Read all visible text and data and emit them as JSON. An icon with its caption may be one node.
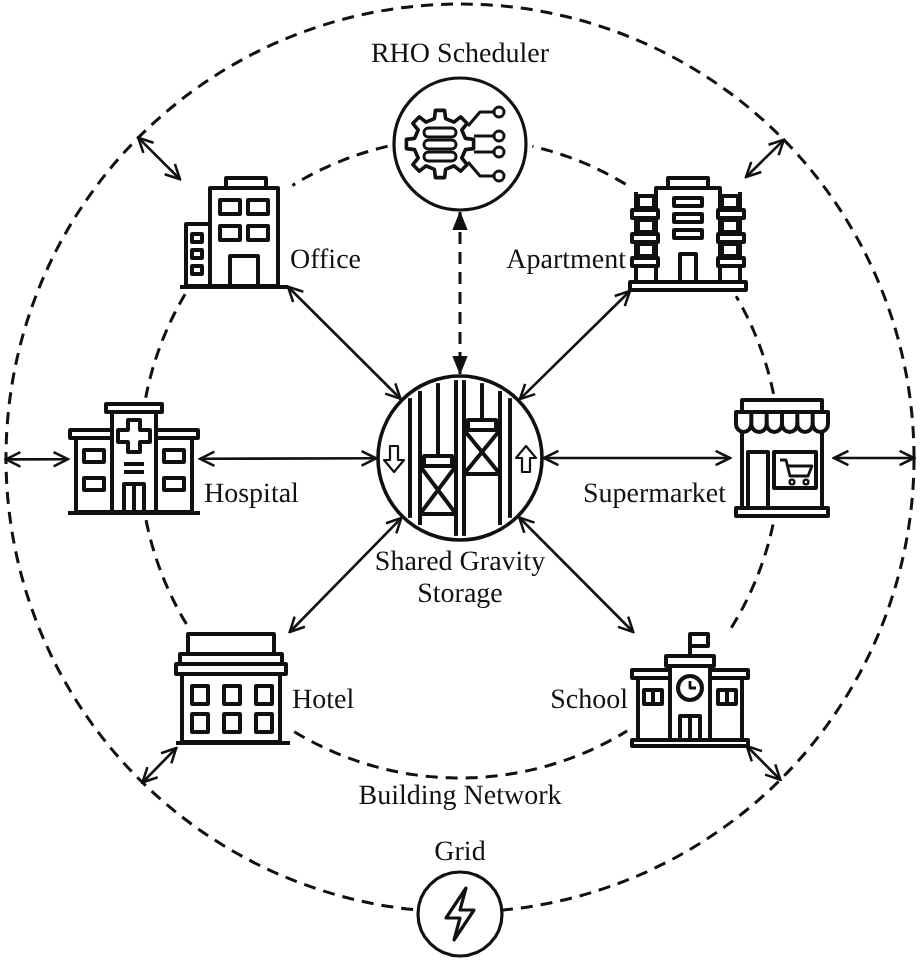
{
  "diagram": {
    "nodes": [
      {
        "text": [],
        "shape": "circle"
      },
      {
        "text": [
          "RHO Scheduler"
        ],
        "in": 0
      },
      {
        "text": [
          "Office"
        ],
        "in": 0
      },
      {
        "text": [
          "Apartment"
        ],
        "in": 0
      },
      {
        "text": [
          "Hospital"
        ],
        "in": 0
      },
      {
        "text": [
          "Shared Gravity Storage"
        ],
        "in": 0
      },
      {
        "text": [
          "Supermarket"
        ],
        "in": 0
      },
      {
        "text": [
          "Hotel"
        ],
        "in": 0
      },
      {
        "text": [
          "School"
        ],
        "in": 0
      },
      {
        "text": [
          "Grid"
        ]
      }
    ],
    "edges": [
      {
        "from": 1,
        "to": 5,
        "arrow": "both",
        "style": "dashed"
      },
      {
        "from": 2,
        "to": 5,
        "arrow": "both"
      },
      {
        "from": 3,
        "to": 5,
        "arrow": "both"
      },
      {
        "from": 4,
        "to": 5,
        "arrow": "both"
      },
      {
        "from": 6,
        "to": 5,
        "arrow": "both"
      },
      {
        "from": 7,
        "to": 5,
        "arrow": "both"
      },
      {
        "from": 8,
        "to": 5,
        "arrow": "both"
      },
      {
        "from": 0,
        "to": 2,
        "arrow": "both"
      },
      {
        "from": 0,
        "to": 3,
        "arrow": "both"
      },
      {
        "from": 0,
        "to": 4,
        "arrow": "both"
      },
      {
        "from": 0,
        "to": 6,
        "arrow": "both"
      },
      {
        "from": 0,
        "to": 7,
        "arrow": "both"
      },
      {
        "from": 0,
        "to": 8,
        "arrow": "both"
      },
      {
        "from": 1,
        "to": 2,
        "arrow": "none",
        "style": "dashed"
      },
      {
        "from": 2,
        "to": 4,
        "arrow": "none",
        "style": "dashed"
      },
      {
        "from": 4,
        "to": 7,
        "arrow": "none",
        "style": "dashed"
      },
      {
        "from": 7,
        "to": 8,
        "arrow": "none",
        "style": "dashed"
      },
      {
        "from": 8,
        "to": 6,
        "arrow": "none",
        "style": "dashed"
      },
      {
        "from": 6,
        "to": 3,
        "arrow": "none",
        "style": "dashed"
      },
      {
        "from": 3,
        "to": 1,
        "arrow": "none",
        "style": "dashed"
      }
    ],
    "labels": [
      "Building Network"
    ]
  }
}
